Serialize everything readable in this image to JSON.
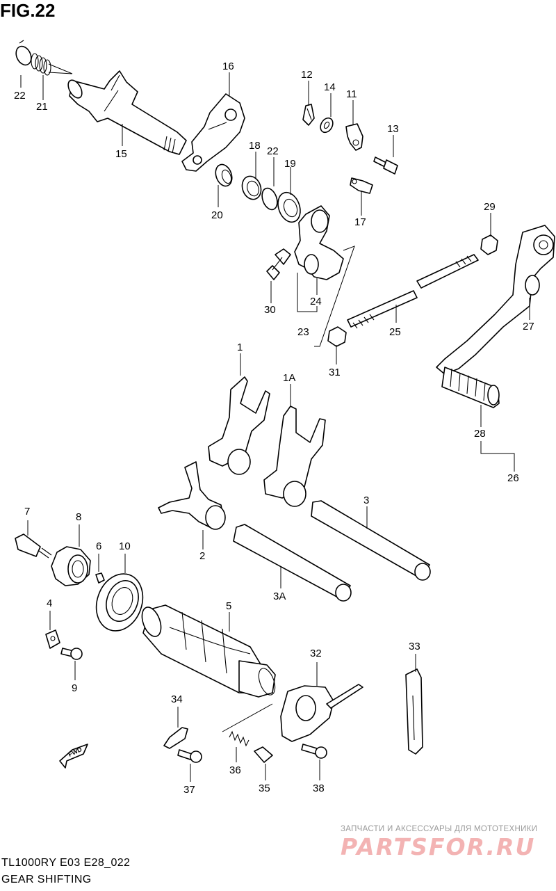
{
  "figure_label": "FIG.22",
  "footer": {
    "model_code": "TL1000RY E03 E28_022",
    "section_title": "GEAR SHIFTING"
  },
  "watermark": {
    "line1": "ЗАПЧАСТИ И АКСЕССУАРЫ ДЛЯ МОТОТЕХНИКИ",
    "line2": "PARTSFOR.RU"
  },
  "direction_marker": "FWD",
  "callouts": {
    "c22a": "22",
    "c21": "21",
    "c15": "15",
    "c16": "16",
    "c12": "12",
    "c14": "14",
    "c11": "11",
    "c13": "13",
    "c18": "18",
    "c22b": "22",
    "c19": "19",
    "c20": "20",
    "c17": "17",
    "c29": "29",
    "c30": "30",
    "c24": "24",
    "c23": "23",
    "c25": "25",
    "c27": "27",
    "c31": "31",
    "c1": "1",
    "c1a": "1A",
    "c28": "28",
    "c26": "26",
    "c7": "7",
    "c8": "8",
    "c3": "3",
    "c6": "6",
    "c10": "10",
    "c2": "2",
    "c3a": "3A",
    "c4": "4",
    "c5": "5",
    "c9": "9",
    "c32": "32",
    "c33": "33",
    "c34": "34",
    "c36": "36",
    "c35": "35",
    "c37": "37",
    "c38": "38"
  },
  "colors": {
    "line": "#000000",
    "background": "#ffffff",
    "watermark_red": "#f3b3b3",
    "watermark_gray": "#9a9a9a"
  }
}
